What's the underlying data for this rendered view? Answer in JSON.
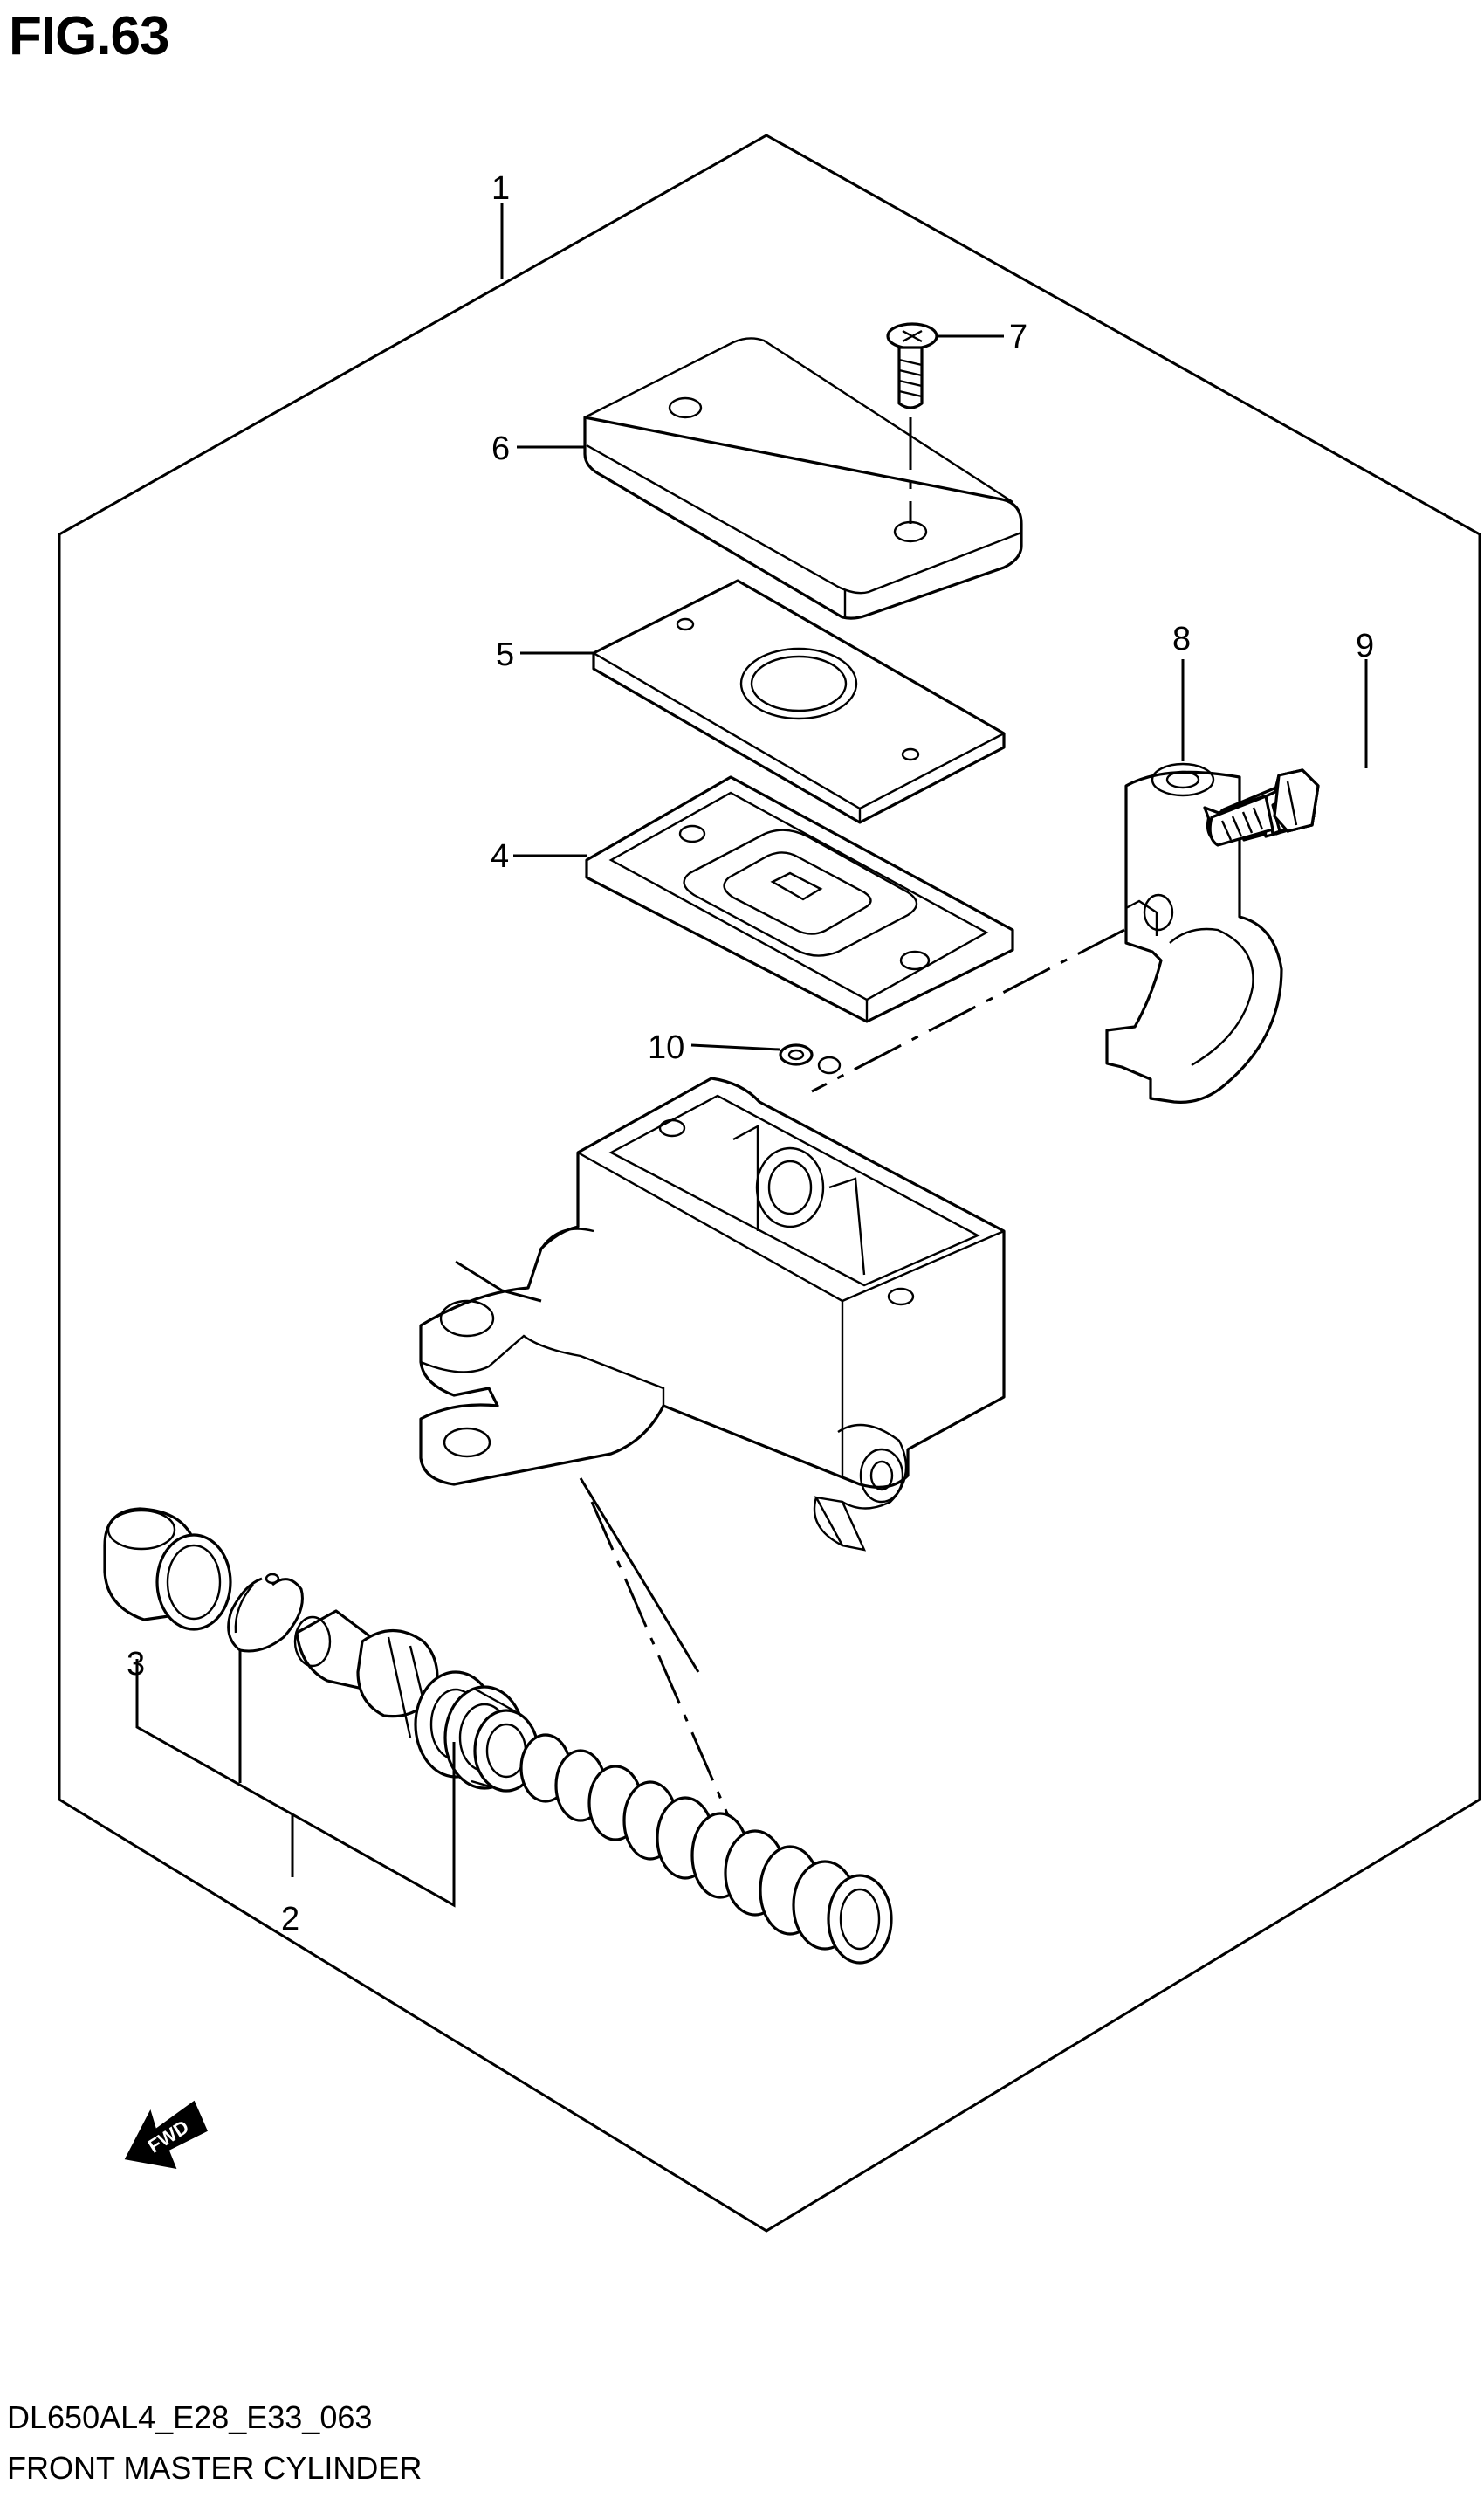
{
  "header": {
    "figure_label": "FIG.63"
  },
  "footer": {
    "drawing_code": "DL650AL4_E28_E33_063",
    "caption": "FRONT MASTER CYLINDER"
  },
  "callouts": [
    {
      "id": "1",
      "name": "callout-1"
    },
    {
      "id": "2",
      "name": "callout-2"
    },
    {
      "id": "3",
      "name": "callout-3"
    },
    {
      "id": "4",
      "name": "callout-4"
    },
    {
      "id": "5",
      "name": "callout-5"
    },
    {
      "id": "6",
      "name": "callout-6"
    },
    {
      "id": "7",
      "name": "callout-7"
    },
    {
      "id": "8",
      "name": "callout-8"
    },
    {
      "id": "9",
      "name": "callout-9"
    },
    {
      "id": "10",
      "name": "callout-10"
    }
  ],
  "direction_badge": {
    "label": "FWD"
  }
}
